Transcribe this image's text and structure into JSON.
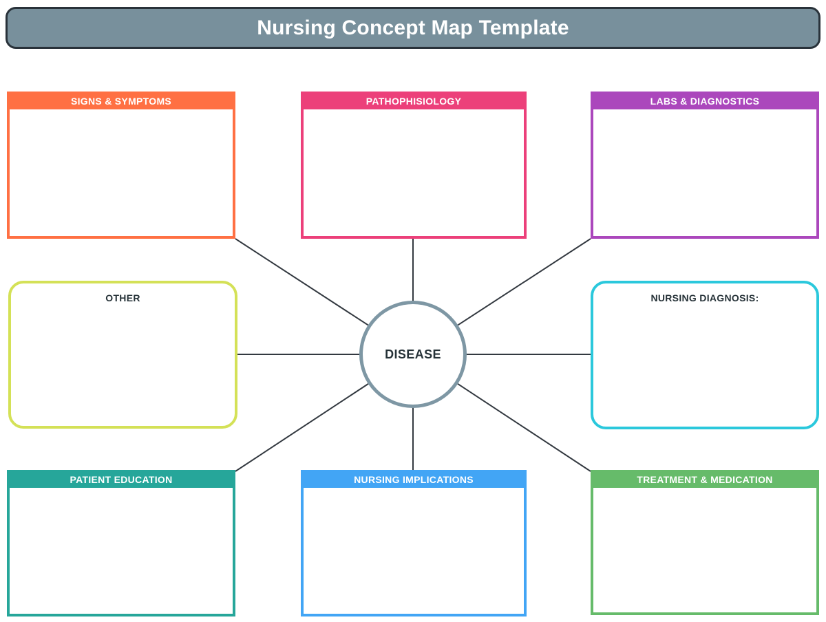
{
  "header": {
    "title": "Nursing Concept Map Template",
    "bg": "#78909C",
    "border": "#29323A"
  },
  "center": {
    "label": "DISEASE",
    "border_color": "#7E97A4"
  },
  "connectors": {
    "color": "#333940"
  },
  "boxes": [
    {
      "id": "signs-symptoms",
      "label": "SIGNS & SYMPTOMS",
      "color": "#FF7043",
      "shape": "header-bar"
    },
    {
      "id": "pathophisiology",
      "label": "PATHOPHISIOLOGY",
      "color": "#EC407A",
      "shape": "header-bar"
    },
    {
      "id": "labs-diagnostics",
      "label": "LABS & DIAGNOSTICS",
      "color": "#AB47BC",
      "shape": "header-bar"
    },
    {
      "id": "other",
      "label": "OTHER",
      "color": "#D4E157",
      "shape": "rounded-outline"
    },
    {
      "id": "nursing-diagnosis",
      "label": "NURSING DIAGNOSIS:",
      "color": "#2BC8DC",
      "shape": "rounded-outline"
    },
    {
      "id": "patient-education",
      "label": "PATIENT EDUCATION",
      "color": "#26A69A",
      "shape": "header-bar"
    },
    {
      "id": "nursing-implications",
      "label": "NURSING IMPLICATIONS",
      "color": "#42A5F5",
      "shape": "header-bar"
    },
    {
      "id": "treatment-medication",
      "label": "TREATMENT & MEDICATION",
      "color": "#66BB6A",
      "shape": "header-bar"
    }
  ]
}
